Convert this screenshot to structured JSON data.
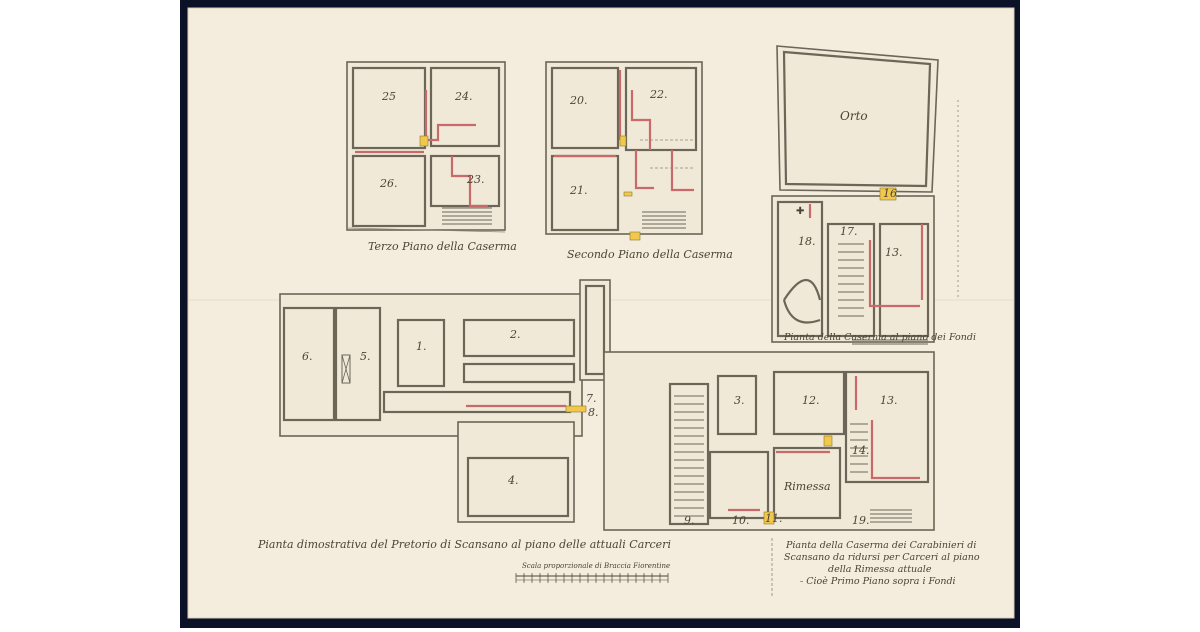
{
  "floors": {
    "third": {
      "title": "Terzo Piano della Caserma",
      "rooms": [
        "25",
        "24.",
        "26.",
        "23."
      ]
    },
    "second": {
      "title": "Secondo Piano della Caserma",
      "rooms": [
        "20.",
        "22.",
        "21."
      ]
    },
    "orto": {
      "garden_label": "Orto",
      "rooms": [
        "16.",
        "18.",
        "17.",
        "13."
      ],
      "title": "Pianta della Caserma al piano dei Fondi"
    },
    "pretorio": {
      "rooms": [
        "6.",
        "5.",
        "1.",
        "2.",
        "7.",
        "8.",
        "4."
      ],
      "title": "Pianta dimostrativa del Pretorio di Scansano al piano delle attuali Carceri"
    },
    "caserma": {
      "rooms": [
        "3.",
        "12.",
        "13.",
        "14.",
        "9.",
        "10.",
        "11.",
        "19."
      ],
      "rimessa_label": "Rimessa",
      "title_lines": [
        "Pianta della Caserma dei Carabinieri di",
        "Scansano da ridursi per Carceri al piano",
        "della Rimessa attuale",
        "- Cioè Primo Piano sopra i Fondi"
      ]
    }
  },
  "scale": {
    "label": "Scala proporzionale di Braccia Fiorentine"
  }
}
